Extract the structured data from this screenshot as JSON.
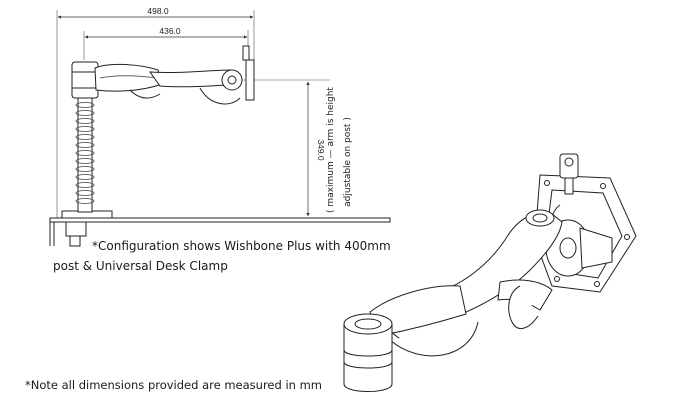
{
  "dimensions": {
    "overall_width": "498.0",
    "arm_reach": "436.0",
    "height": "349.0",
    "height_caption_1": "( maximum — arm is height",
    "height_caption_2": "adjustable on post )"
  },
  "notes": {
    "configuration_line_1": "*Configuration shows Wishbone Plus with 400mm",
    "configuration_line_2": "post & Universal Desk Clamp",
    "measurement": "*Note all dimensions provided are measured in mm"
  }
}
